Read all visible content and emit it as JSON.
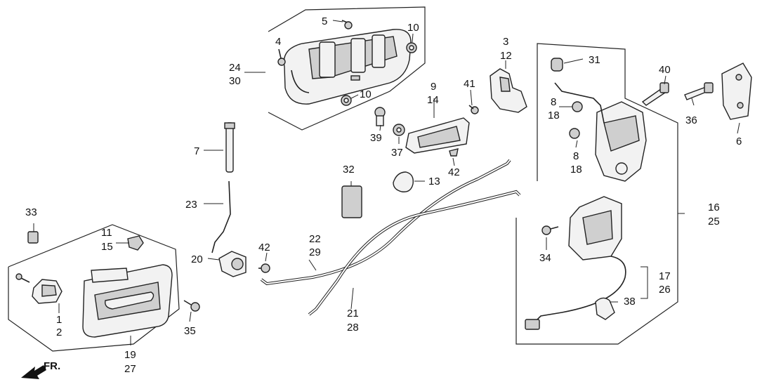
{
  "diagram": {
    "callouts": {
      "n1": "1",
      "n2": "2",
      "n3": "3",
      "n4": "4",
      "n5": "5",
      "n6": "6",
      "n7": "7",
      "n8a": "8",
      "n8b": "8",
      "n9": "9",
      "n10a": "10",
      "n10b": "10",
      "n11": "11",
      "n12": "12",
      "n13": "13",
      "n14": "14",
      "n15": "15",
      "n16": "16",
      "n17": "17",
      "n18a": "18",
      "n18b": "18",
      "n19": "19",
      "n20": "20",
      "n21": "21",
      "n22": "22",
      "n23": "23",
      "n24": "24",
      "n25": "25",
      "n26": "26",
      "n27": "27",
      "n28": "28",
      "n29": "29",
      "n30": "30",
      "n31": "31",
      "n32": "32",
      "n33": "33",
      "n34": "34",
      "n35": "35",
      "n36": "36",
      "n37": "37",
      "n38": "38",
      "n39": "39",
      "n40": "40",
      "n41": "41",
      "n42a": "42",
      "n42b": "42"
    },
    "direction_label": "FR."
  }
}
